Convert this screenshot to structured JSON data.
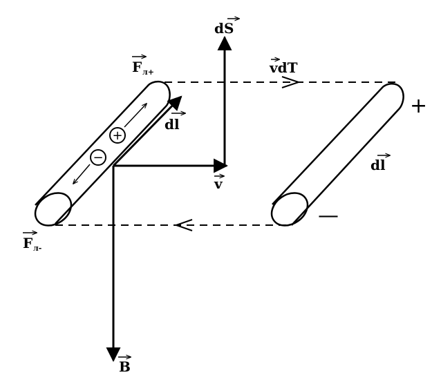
{
  "labels": {
    "dS": "dS",
    "F_plus": "F",
    "F_plus_sub": "л+",
    "F_minus": "F",
    "F_minus_sub": "л-",
    "vdT": "vdT",
    "dl_left": "dl",
    "dl_right": "dl",
    "v": "v",
    "B": "B",
    "plus_sign": "+",
    "minus_sign": "—",
    "positive_charge": "+",
    "negative_charge": "−"
  }
}
